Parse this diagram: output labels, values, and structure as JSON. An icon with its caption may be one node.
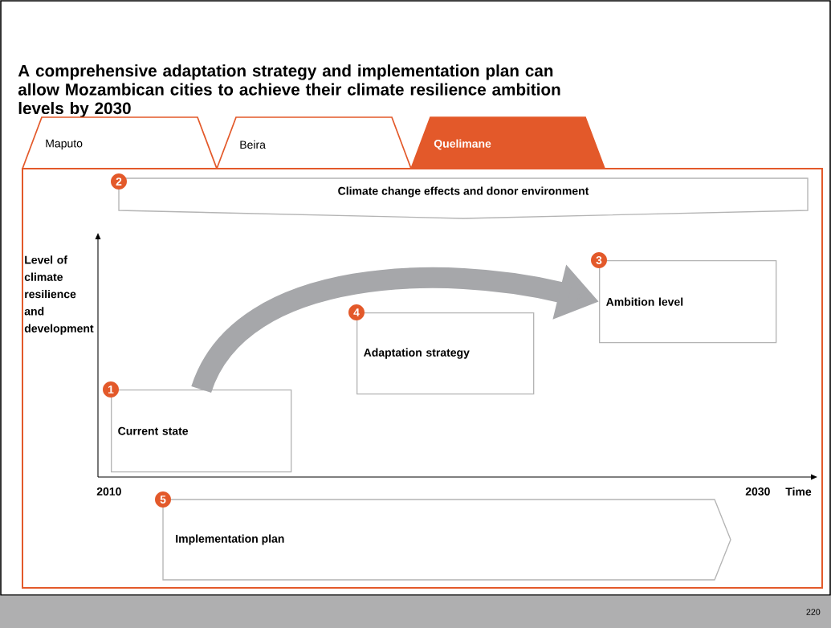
{
  "diagram": {
    "title": "A comprehensive adaptation strategy and implementation plan can allow Mozambican cities to achieve their climate resilience ambition levels by 2030",
    "nodes": [
      {
        "text": [
          "Maputo"
        ]
      },
      {
        "text": [
          "Beira"
        ]
      },
      {
        "text": [
          "Quelimane"
        ]
      },
      {
        "text": [
          "2",
          "Climate change effects and donor environment"
        ]
      },
      {
        "text": [
          "1",
          "Current state"
        ]
      },
      {
        "text": [
          "4",
          "Adaptation strategy"
        ]
      },
      {
        "text": [
          "3",
          "Ambition level"
        ]
      },
      {
        "text": [
          "5",
          "Implementation plan"
        ]
      }
    ],
    "edges": [
      {
        "from": 4,
        "to": 6,
        "arrow": "to"
      }
    ],
    "labels": [
      "Level of climate resilience and development",
      "2010",
      "2030",
      "Time",
      "220"
    ]
  }
}
